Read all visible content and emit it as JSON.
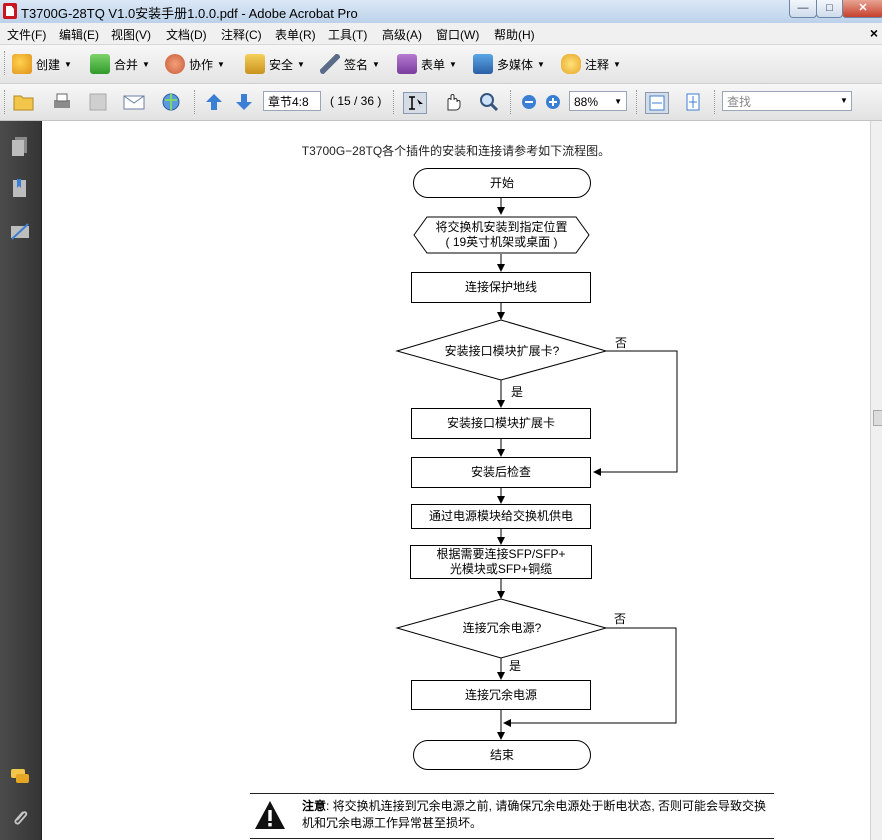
{
  "window": {
    "title": "T3700G-28TQ V1.0安装手册1.0.0.pdf - Adobe Acrobat Pro"
  },
  "menu": [
    "文件(F)",
    "编辑(E)",
    "视图(V)",
    "文档(D)",
    "注释(C)",
    "表单(R)",
    "工具(T)",
    "高级(A)",
    "窗口(W)",
    "帮助(H)"
  ],
  "toolbar1": [
    "创建",
    "合并",
    "协作",
    "安全",
    "签名",
    "表单",
    "多媒体",
    "注释"
  ],
  "toolbar2": {
    "page_field": "章节4:8",
    "page_count": "( 15 / 36 )",
    "zoom": "88%",
    "search_placeholder": "查找"
  },
  "doc": {
    "caption": "T3700G−28TQ各个插件的安装和连接请参考如下流程图。",
    "flow": {
      "start": "开始",
      "step1": "将交换机安装到指定位置\n( 19英寸机架或桌面 )",
      "step2": "连接保护地线",
      "q1": "安装接口模块扩展卡?",
      "step3": "安装接口模块扩展卡",
      "step4": "安装后检查",
      "step5": "通过电源模块给交换机供电",
      "step6": "根据需要连接SFP/SFP+\n光模块或SFP+铜缆",
      "q2": "连接冗余电源?",
      "step7": "连接冗余电源",
      "end": "结束",
      "yes": "是",
      "no": "否"
    },
    "note": {
      "label": "注意",
      "text": ": 将交换机连接到冗余电源之前, 请确保冗余电源处于断电状态, 否则可能会导致交换机和冗余电源工作异常甚至损坏。"
    }
  }
}
